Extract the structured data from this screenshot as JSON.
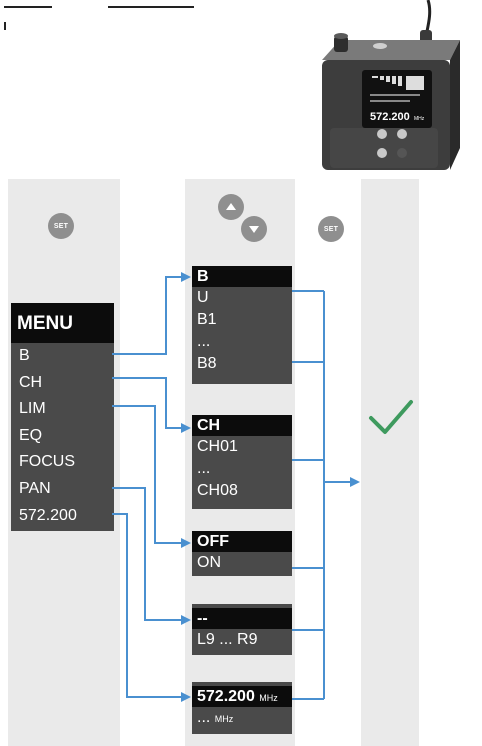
{
  "device": {
    "screen_value": "572.200",
    "screen_unit": "MHz"
  },
  "buttons": {
    "set_label": "SET"
  },
  "menu": {
    "title": "MENU",
    "items": [
      "B",
      "CH",
      "LIM",
      "EQ",
      "FOCUS",
      "PAN",
      "572.200"
    ]
  },
  "submenus": {
    "bank": {
      "selected": "B",
      "options": [
        "U",
        "B1",
        "...",
        "B8"
      ]
    },
    "channel": {
      "selected": "CH",
      "options": [
        "CH01",
        "...",
        "CH08"
      ]
    },
    "limiter": {
      "selected": "OFF",
      "options": [
        "ON"
      ]
    },
    "pan": {
      "selected": "--",
      "options": [
        "L9 ... R9"
      ]
    },
    "frequency": {
      "selected_value": "572.200",
      "selected_unit": "MHz",
      "option_value": "...",
      "option_unit": "MHz"
    }
  },
  "colors": {
    "arrow": "#4a90d0",
    "checkmark": "#3e9a5e",
    "panel": "#4a4a4a",
    "panel_header": "#0c0c0c",
    "column_bg": "#eaeaea"
  },
  "icons": [
    "set-button",
    "up-arrow-icon",
    "down-arrow-icon",
    "checkmark-icon"
  ]
}
